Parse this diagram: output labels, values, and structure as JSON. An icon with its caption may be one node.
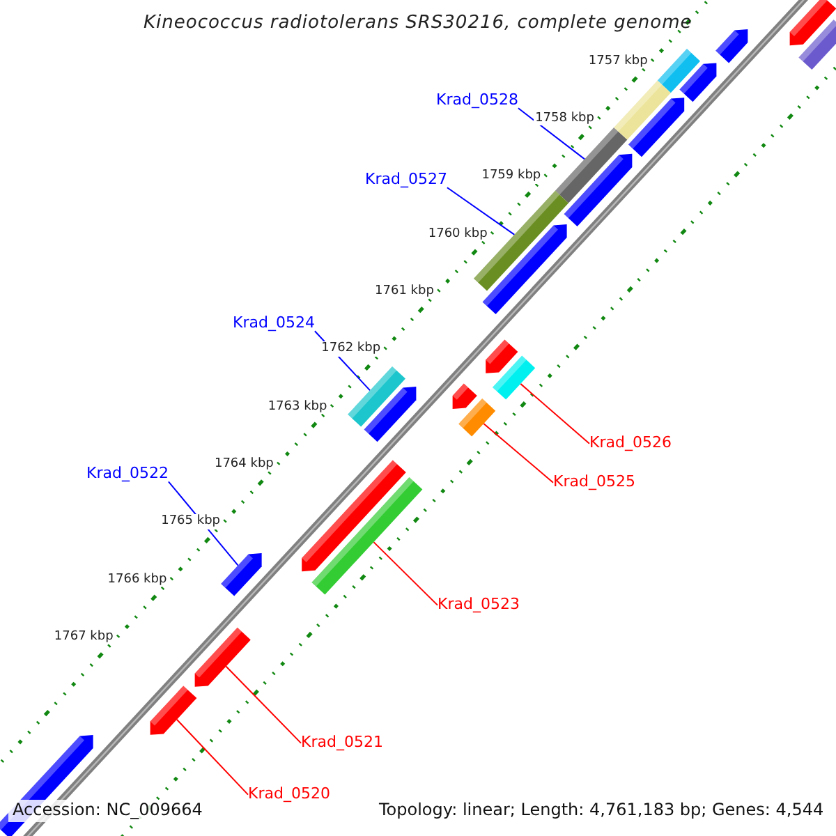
{
  "diagram": {
    "title": "Kineococcus radiotolerans SRS30216, complete genome",
    "nodes": [
      {
        "text": [
          "Krad_0528"
        ]
      },
      {
        "text": [],
        "shape": "bar"
      },
      {
        "text": [
          "Krad_0527"
        ]
      },
      {
        "text": [],
        "shape": "bar"
      },
      {
        "text": [
          "Krad_0524"
        ]
      },
      {
        "text": [],
        "shape": "bar"
      },
      {
        "text": [
          "Krad_0526"
        ]
      },
      {
        "text": [],
        "shape": "bar"
      },
      {
        "text": [
          "Krad_0525"
        ]
      },
      {
        "text": [],
        "shape": "bar"
      },
      {
        "text": [
          "Krad_0522"
        ]
      },
      {
        "text": [],
        "shape": "bar"
      },
      {
        "text": [
          "Krad_0523"
        ]
      },
      {
        "text": [],
        "shape": "bar"
      },
      {
        "text": [
          "Krad_0521"
        ]
      },
      {
        "text": [],
        "shape": "bar"
      },
      {
        "text": [
          "Krad_0520"
        ]
      },
      {
        "text": [],
        "shape": "bar"
      },
      {
        "text": [],
        "shape": "bar"
      },
      {
        "text": [],
        "shape": "bar"
      },
      {
        "text": [],
        "shape": "bar"
      },
      {
        "text": [],
        "shape": "bar"
      },
      {
        "text": [],
        "shape": "bar"
      },
      {
        "text": [],
        "shape": "bar"
      },
      {
        "text": [],
        "shape": "bar"
      },
      {
        "text": [],
        "shape": "bar"
      },
      {
        "text": [],
        "shape": "bar"
      },
      {
        "text": [],
        "shape": "bar"
      },
      {
        "text": [],
        "shape": "bar"
      },
      {
        "text": [],
        "shape": "bar"
      },
      {
        "text": [],
        "shape": "bar"
      },
      {
        "text": [],
        "shape": "bar"
      }
    ],
    "edges": [
      {
        "from": 0,
        "to": 1,
        "arrow": "none",
        "color": "#0000ff"
      },
      {
        "from": 2,
        "to": 3,
        "arrow": "none",
        "color": "#0000ff"
      },
      {
        "from": 4,
        "to": 5,
        "arrow": "none",
        "color": "#0000ff"
      },
      {
        "from": 6,
        "to": 7,
        "arrow": "none"
      },
      {
        "from": 8,
        "to": 9,
        "arrow": "none"
      },
      {
        "from": 10,
        "to": 11,
        "arrow": "none",
        "color": "#0000ff"
      },
      {
        "from": 12,
        "to": 13,
        "arrow": "none"
      },
      {
        "from": 14,
        "to": 15,
        "arrow": "none"
      },
      {
        "from": 16,
        "to": 17,
        "arrow": "none"
      }
    ],
    "labels": [
      "1757 kbp",
      "1758 kbp",
      "1759 kbp",
      "1760 kbp",
      "1761 kbp",
      "1762 kbp",
      "1763 kbp",
      "1764 kbp",
      "1765 kbp",
      "1766 kbp",
      "1767 kbp",
      "Accession: NC_009664",
      "Topology: linear; Length: 4,761,183 bp; Genes: 4,544"
    ]
  }
}
